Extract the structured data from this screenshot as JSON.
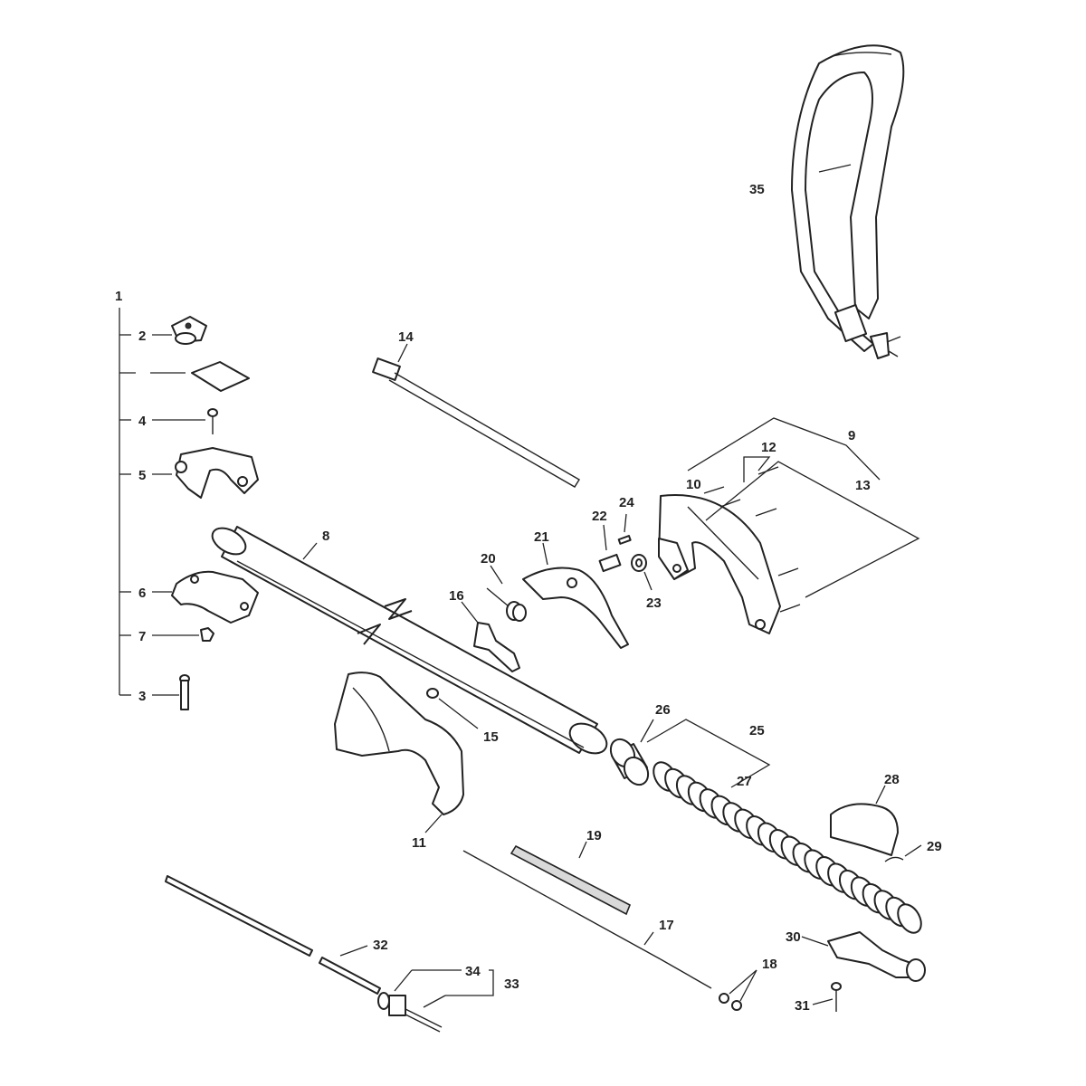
{
  "parts": [
    {
      "id": "p1",
      "number": "1"
    },
    {
      "id": "p2",
      "number": "2"
    },
    {
      "id": "p3",
      "number": "3"
    },
    {
      "id": "p4",
      "number": "4"
    },
    {
      "id": "p5",
      "number": "5"
    },
    {
      "id": "p6",
      "number": "6"
    },
    {
      "id": "p7",
      "number": "7"
    },
    {
      "id": "p8",
      "number": "8"
    },
    {
      "id": "p9",
      "number": "9"
    },
    {
      "id": "p10",
      "number": "10"
    },
    {
      "id": "p11",
      "number": "11"
    },
    {
      "id": "p12",
      "number": "12"
    },
    {
      "id": "p13",
      "number": "13"
    },
    {
      "id": "p14",
      "number": "14"
    },
    {
      "id": "p15",
      "number": "15"
    },
    {
      "id": "p16",
      "number": "16"
    },
    {
      "id": "p17",
      "number": "17"
    },
    {
      "id": "p18",
      "number": "18"
    },
    {
      "id": "p19",
      "number": "19"
    },
    {
      "id": "p20",
      "number": "20"
    },
    {
      "id": "p21",
      "number": "21"
    },
    {
      "id": "p22",
      "number": "22"
    },
    {
      "id": "p23",
      "number": "23"
    },
    {
      "id": "p24",
      "number": "24"
    },
    {
      "id": "p25",
      "number": "25"
    },
    {
      "id": "p26",
      "number": "26"
    },
    {
      "id": "p27",
      "number": "27"
    },
    {
      "id": "p28",
      "number": "28"
    },
    {
      "id": "p29",
      "number": "29"
    },
    {
      "id": "p30",
      "number": "30"
    },
    {
      "id": "p31",
      "number": "31"
    },
    {
      "id": "p32",
      "number": "32"
    },
    {
      "id": "p33",
      "number": "33"
    },
    {
      "id": "p34",
      "number": "34"
    },
    {
      "id": "p35",
      "number": "35"
    }
  ]
}
